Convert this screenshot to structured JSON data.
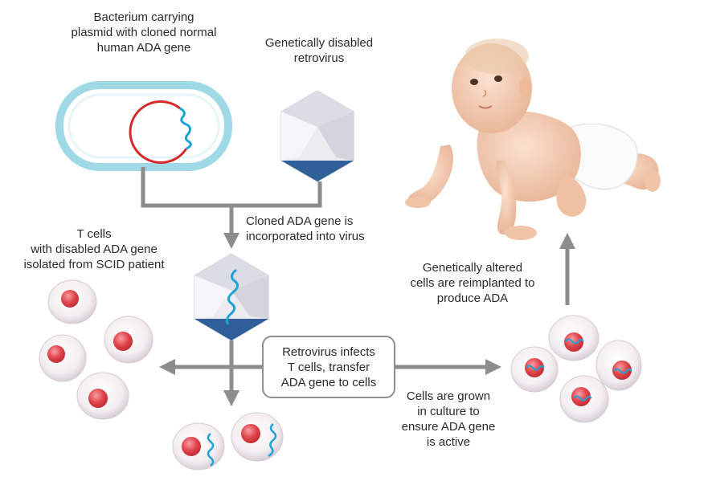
{
  "labels": {
    "bacterium": "Bacterium carrying\nplasmid with cloned normal\nhuman ADA gene",
    "retrovirus": "Genetically disabled\nretrovirus",
    "cloned_gene": "Cloned ADA gene is\nincorporated into virus",
    "t_cells": "T cells\nwith disabled ADA gene\nisolated from SCID patient",
    "infects": "Retrovirus infects\nT cells, transfer\nADA gene to cells",
    "grown": "Cells are grown\nin culture to\nensure ADA gene\nis active",
    "reimplanted": "Genetically altered\ncells are reimplanted to\nproduce ADA"
  },
  "colors": {
    "arrow": "#8c8c8c",
    "plasmid": "#d62a2a",
    "gene": "#1ea3d8",
    "bacterium_outline": "#9fd9e6",
    "virus_dark": "#2f5f98",
    "nucleus": "#e0434a"
  }
}
